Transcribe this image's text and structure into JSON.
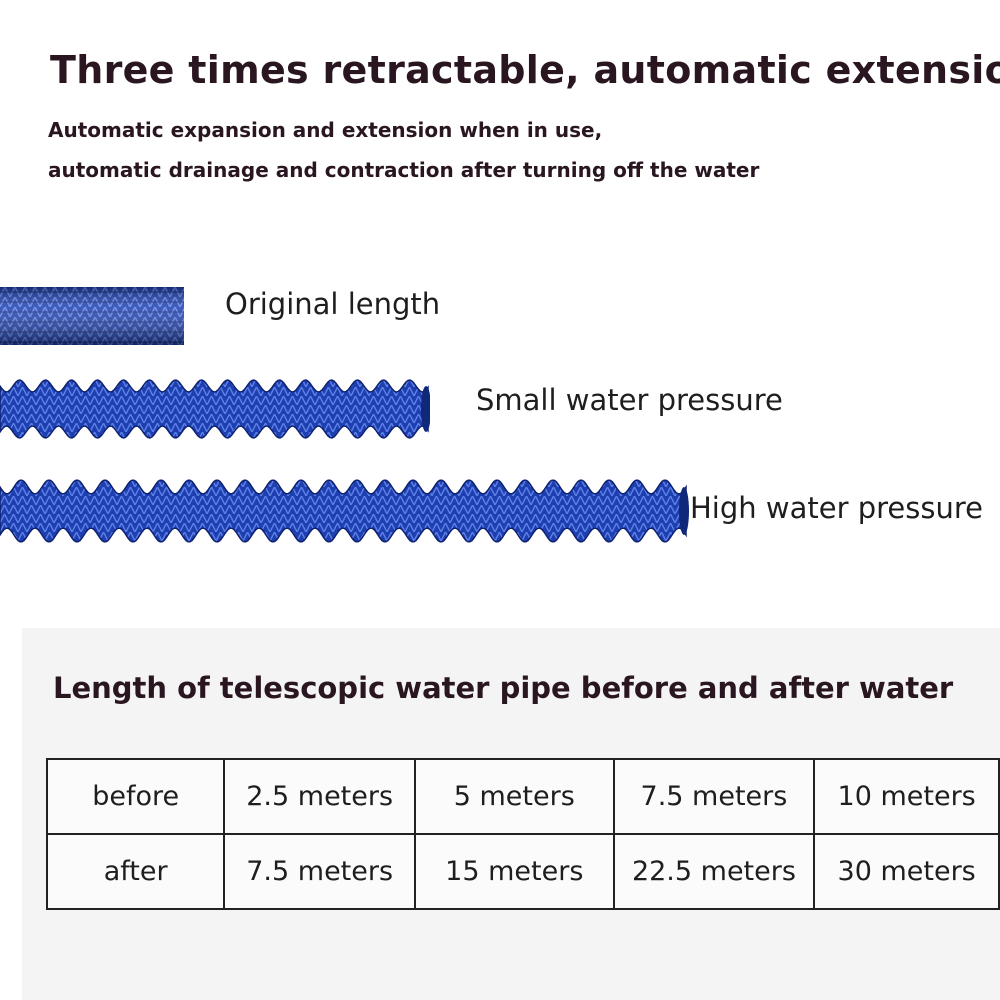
{
  "title": "Three times retractable, automatic extension",
  "subtitle_line1": "Automatic expansion and extension when in use,",
  "subtitle_line2": "automatic drainage and contraction after turning off the water",
  "hose_states": [
    {
      "label": "Original length"
    },
    {
      "label": "Small water pressure"
    },
    {
      "label": "High water pressure"
    }
  ],
  "hose_color": "#1d3fb0",
  "table": {
    "title": "Length of telescopic water pipe before and after water",
    "rows": [
      {
        "label": "before",
        "values": [
          "2.5 meters",
          "5 meters",
          "7.5 meters",
          "10 meters"
        ]
      },
      {
        "label": "after",
        "values": [
          "7.5 meters",
          "15 meters",
          "22.5 meters",
          "30 meters"
        ]
      }
    ]
  }
}
